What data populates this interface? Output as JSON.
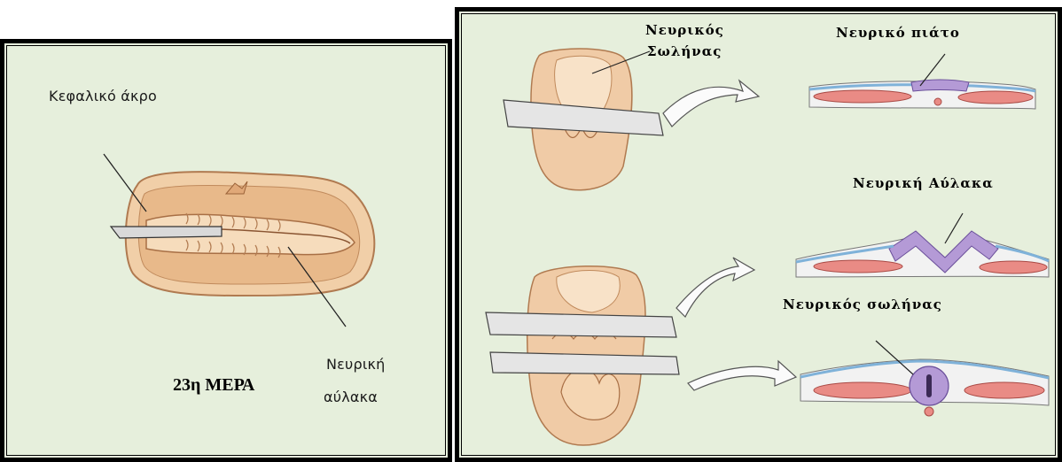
{
  "left": {
    "label_cephalic": "Κεφαλικό άκρο",
    "label_groove_line1": "Νευρική",
    "label_groove_line2": "αύλακα",
    "day_label": "23η ΜΕΡΑ"
  },
  "right": {
    "label_tube_top_line1": "Νευρικός",
    "label_tube_top_line2": "Σωλήνας",
    "label_plate": "Νευρικό πιάτο",
    "label_groove": "Νευρική Αύλακα",
    "label_tube": "Νευρικός σωλήνας"
  }
}
